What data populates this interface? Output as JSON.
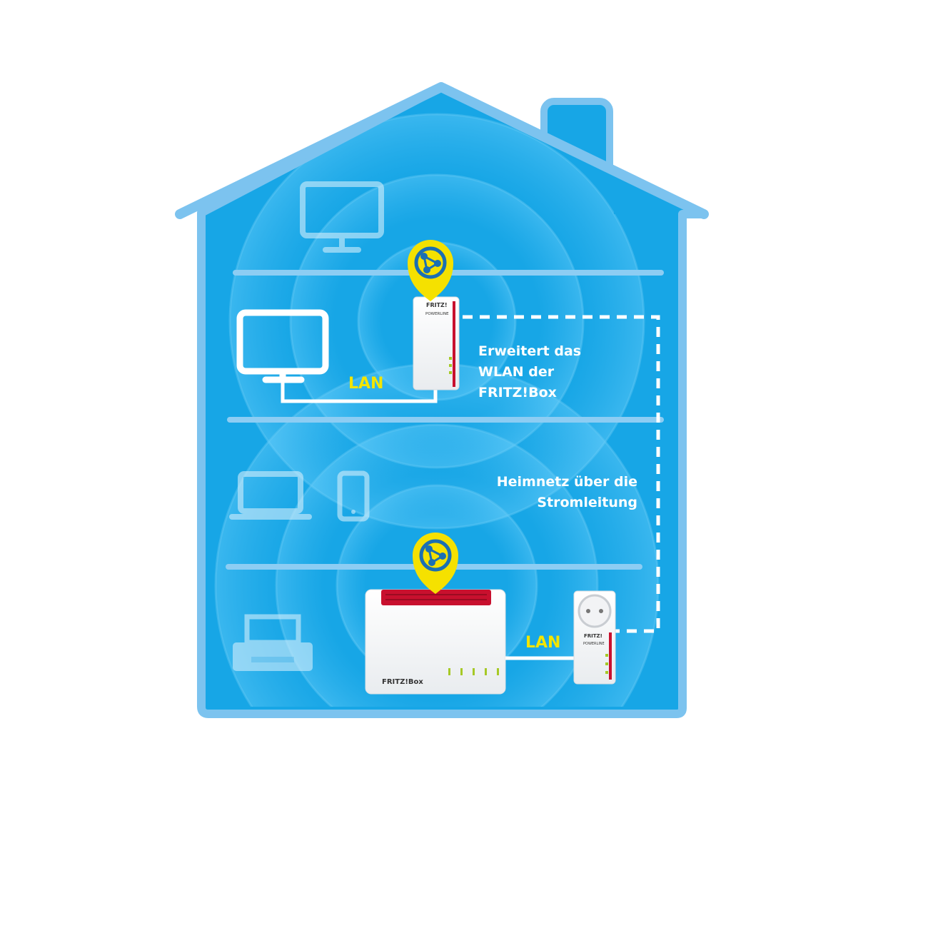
{
  "labels": {
    "lan_top": "LAN",
    "lan_bottom": "LAN",
    "extends_line1": "Erweitert das",
    "extends_line2": "WLAN der",
    "extends_line3": "FRITZ!Box",
    "powerline_line1": "Heimnetz über die",
    "powerline_line2": "Stromleitung"
  },
  "brand": {
    "fritz_box_text": "FRITZ!Box",
    "fritz_text": "FRITZ!",
    "powerline_text": "POWERLINE"
  },
  "colors": {
    "house_outline": "#7cc3ef",
    "house_fill": "#17a6e6",
    "wave_glow": "#8ad6fb",
    "floor_line": "#8dcdf3",
    "device_outline": "#ffffff",
    "lan_label": "#f2e500",
    "text_white": "#ffffff",
    "mesh_badge": "#f5e100",
    "mesh_icon": "#1b6fb3",
    "fritz_red": "#c8102e",
    "led_green": "#a6c926"
  },
  "icons": {
    "desktop_monitor_top": "monitor-icon",
    "desktop_monitor_mid": "monitor-icon",
    "laptop": "laptop-icon",
    "phone": "smartphone-icon",
    "printer": "printer-icon",
    "mesh_top": "mesh-icon",
    "mesh_bottom": "mesh-icon"
  }
}
